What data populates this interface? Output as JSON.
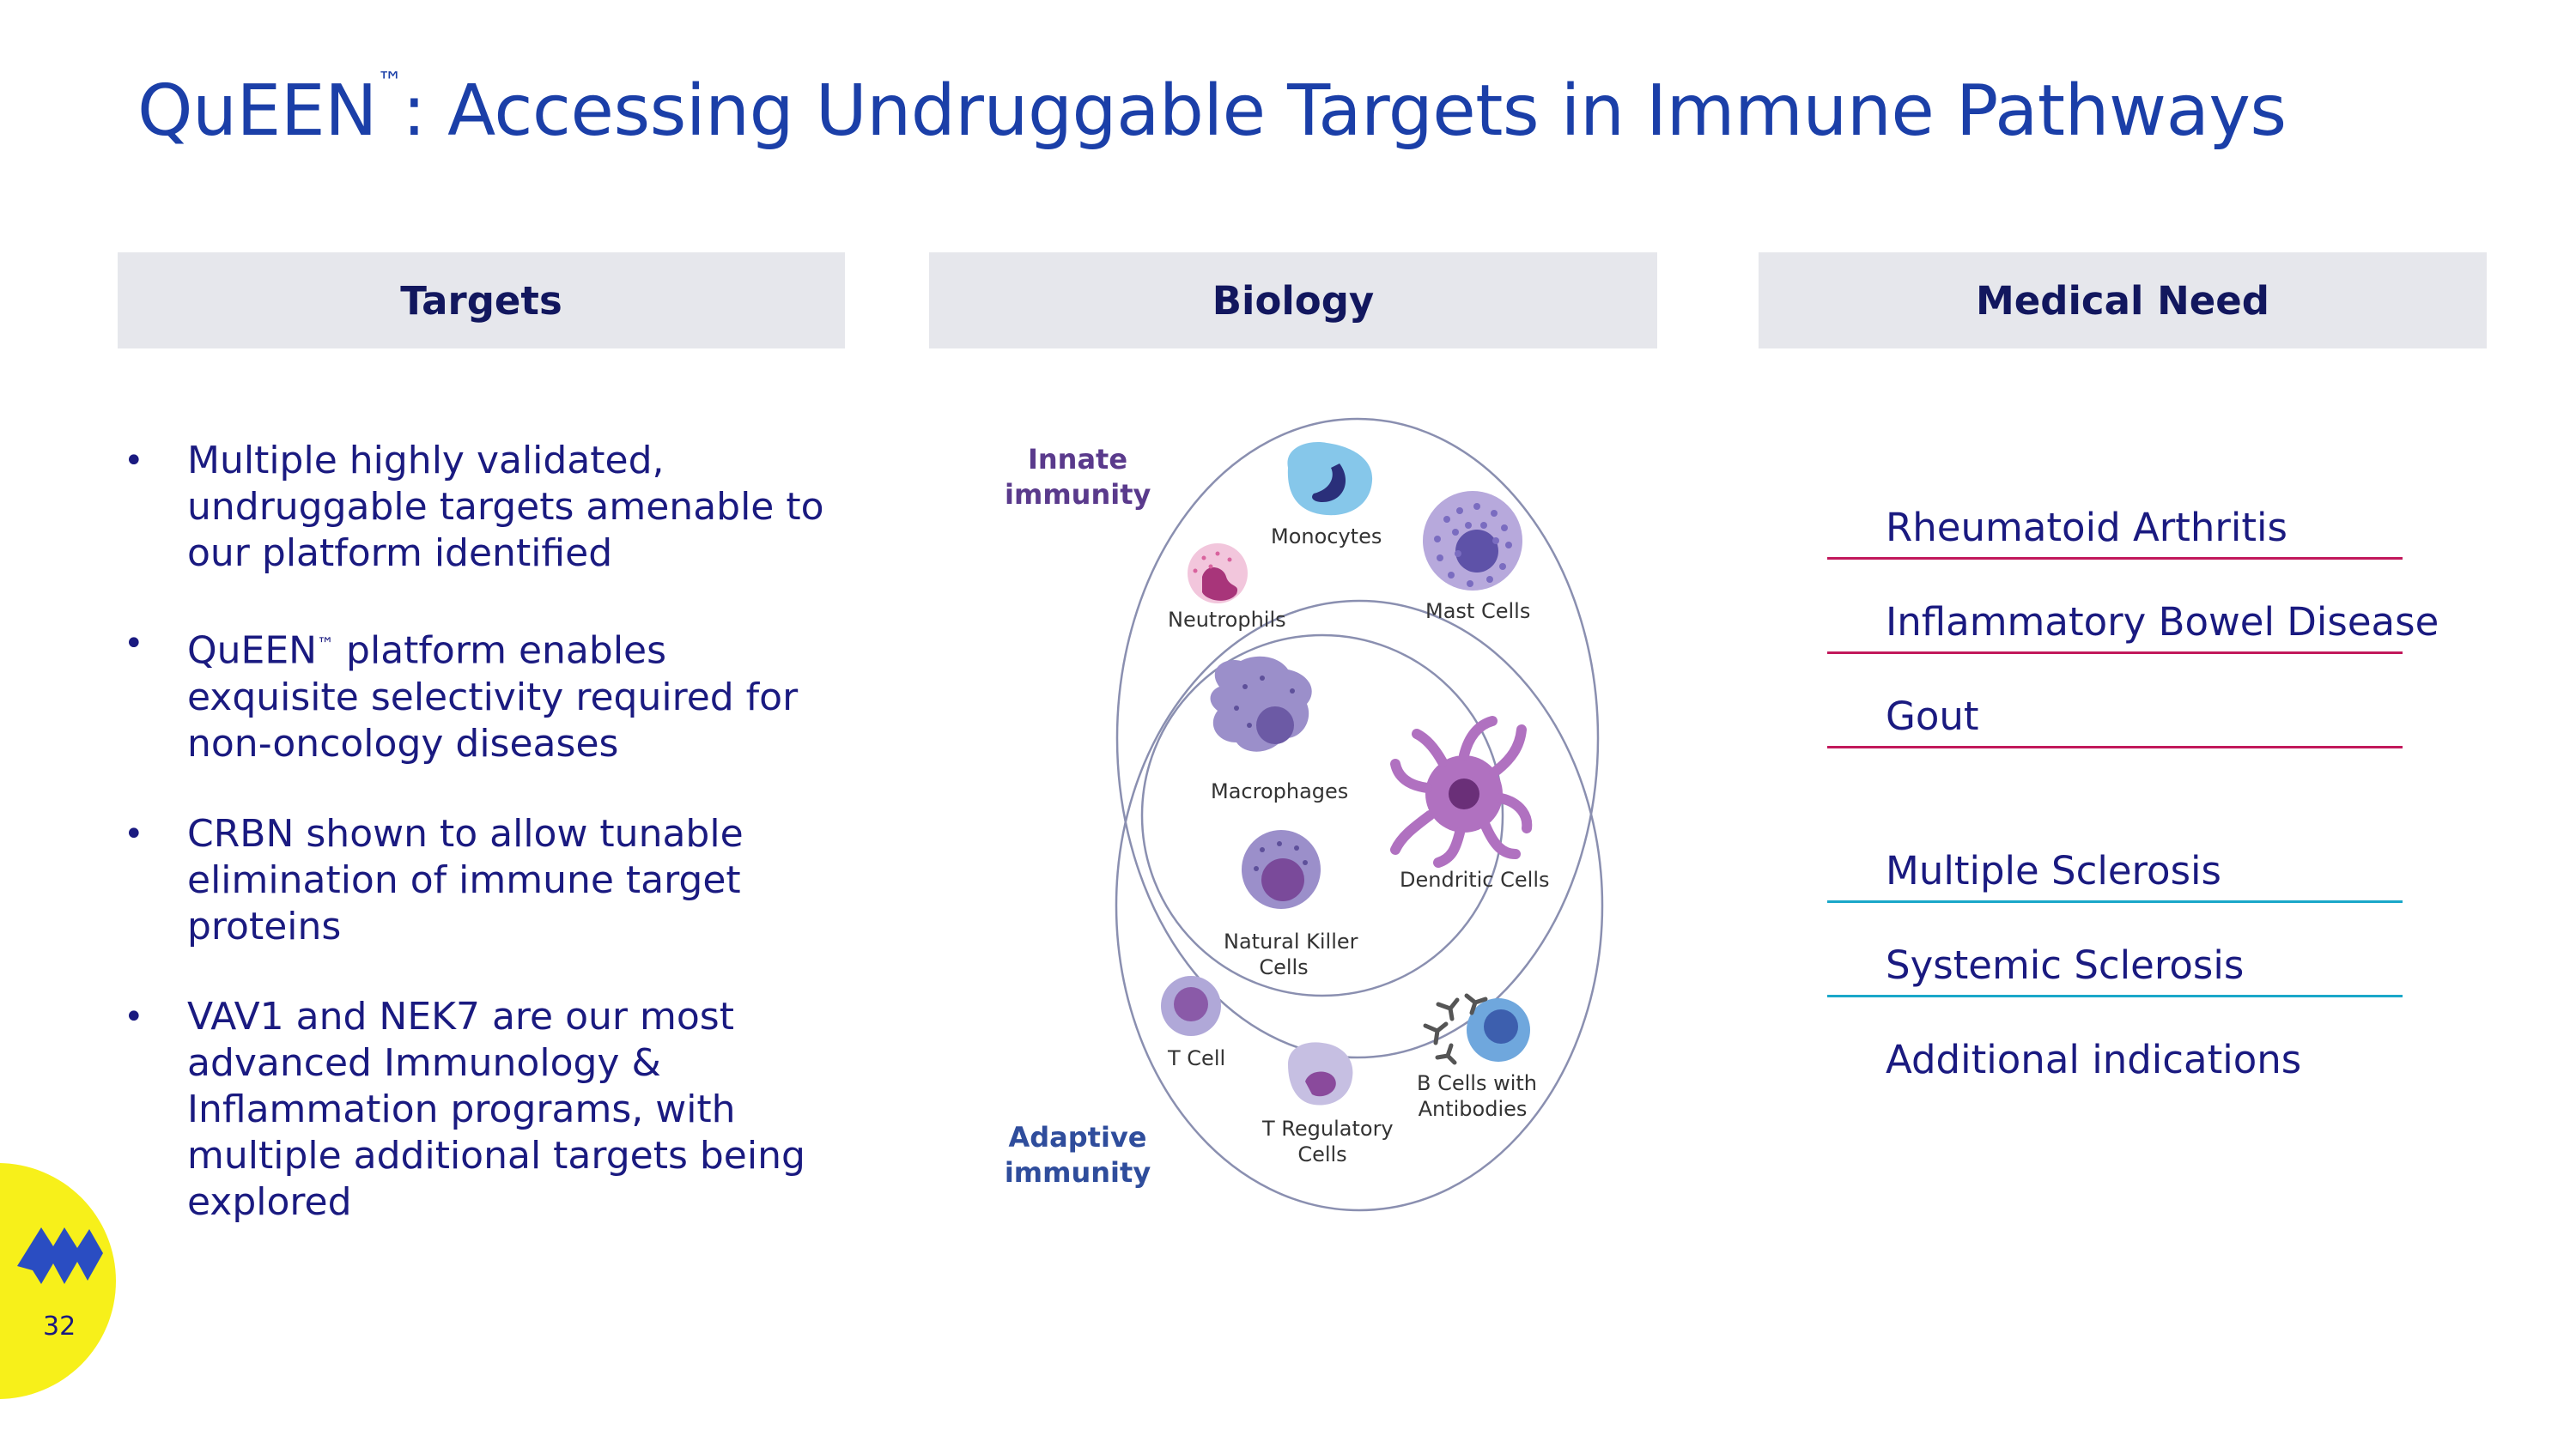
{
  "title": {
    "main": "QuEEN",
    "tm": "™",
    "rest": ": Accessing Undruggable Targets in Immune Pathways"
  },
  "headers": {
    "targets": "Targets",
    "biology": "Biology",
    "medical_need": "Medical Need"
  },
  "bullets": [
    {
      "pre": "Multiple highly validated, undruggable targets amenable to our platform identified",
      "tm": "",
      "post": ""
    },
    {
      "pre": "QuEEN",
      "tm": "™",
      "post": " platform enables exquisite selectivity required for non-oncology diseases"
    },
    {
      "pre": "CRBN shown to allow tunable elimination of immune target proteins",
      "tm": "",
      "post": ""
    },
    {
      "pre": "VAV1 and NEK7 are our most advanced Immunology & Inflammation programs, with multiple additional targets being explored",
      "tm": "",
      "post": ""
    }
  ],
  "biology": {
    "innate": {
      "line1": "Innate",
      "line2": "immunity"
    },
    "adaptive": {
      "line1": "Adaptive",
      "line2": "immunity"
    },
    "cells": {
      "monocytes": "Monocytes",
      "mast_cells": "Mast Cells",
      "neutrophils": "Neutrophils",
      "macrophages": "Macrophages",
      "dendritic_cells": "Dendritic Cells",
      "nk_line1": "Natural Killer",
      "nk_line2": "Cells",
      "t_cell": "T Cell",
      "treg_line1": "T Regulatory",
      "treg_line2": "Cells",
      "bcell_line1": "B Cells with",
      "bcell_line2": "Antibodies"
    }
  },
  "medical_need": [
    "Rheumatoid Arthritis",
    "Inflammatory Bowel Disease",
    "Gout",
    "Multiple Sclerosis",
    "Systemic Sclerosis",
    "Additional indications"
  ],
  "page_number": "32",
  "colors": {
    "title": "#1b3fa8",
    "header_bg": "#e6e7ec",
    "autoimmune_line": "#c2185b",
    "neuro_line": "#1aa7c9",
    "logo_yellow": "#f7f01a",
    "innate_label": "#5a3a8c",
    "adaptive_label": "#2f4d9c"
  }
}
